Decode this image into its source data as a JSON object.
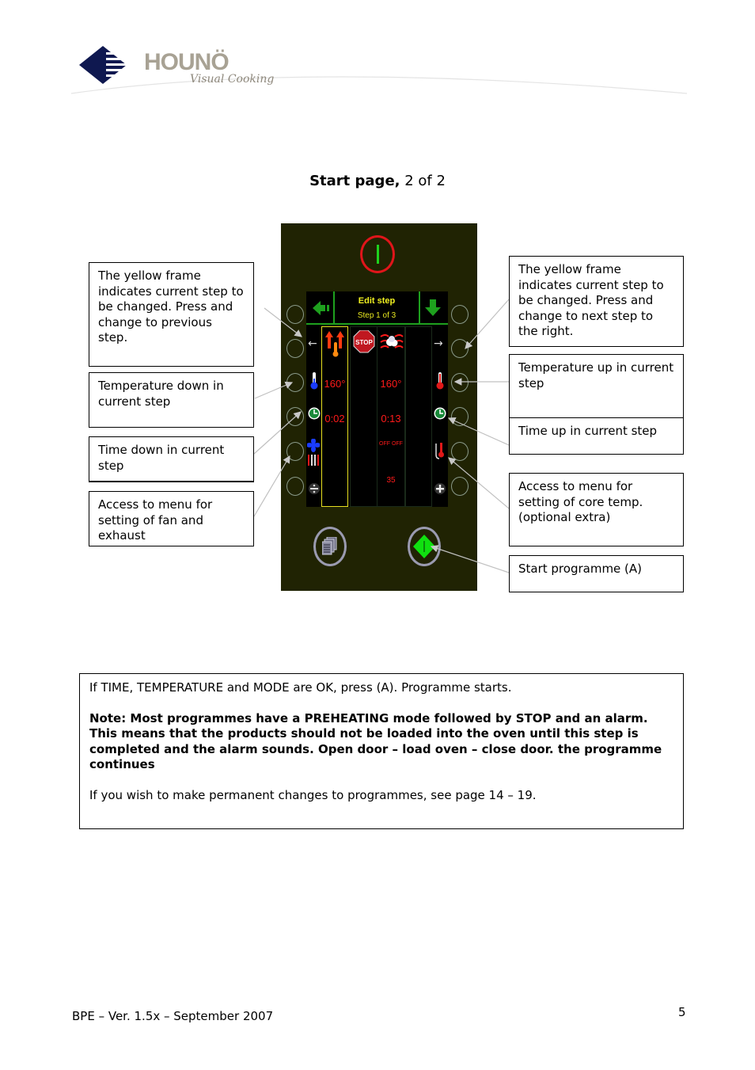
{
  "header": {
    "brand": "HOUNÖ",
    "tagline": "Visual Cooking",
    "brand_color": "#0f1850"
  },
  "title": {
    "bold": "Start page,",
    "rest": " 2 of 2"
  },
  "panel": {
    "background": "#202303",
    "screen": {
      "title": "Edit step",
      "subtitle": "Step  1 of 3",
      "steps": [
        {
          "icon": "preheat-icon",
          "temp": "160°",
          "time": "0:02",
          "selected": true
        },
        {
          "icon": "stop-icon",
          "label": "STOP",
          "temp": "",
          "time": "",
          "selected": false
        },
        {
          "icon": "steam-icon",
          "temp": "160°",
          "time": "0:13",
          "fan": "OFF OFF",
          "extra": "35",
          "selected": false
        },
        {
          "icon": "",
          "temp": "",
          "time": "",
          "selected": false
        }
      ],
      "left_icons": [
        "arrow-left",
        "thermometer-cold",
        "clock",
        "fan-exhaust",
        "divide"
      ],
      "right_icons": [
        "arrow-right",
        "thermometer-hot",
        "clock",
        "core-probe",
        "plus"
      ]
    },
    "colors": {
      "value_red": "#ff1a1a",
      "accent_green": "#1ea01e",
      "frame_yellow": "#e8e020"
    }
  },
  "callouts": {
    "left": [
      "The yellow frame indicates current step to be changed. Press and change to previous step.",
      "Temperature down in current step",
      "Time down in current step",
      "Access to menu for setting of fan and exhaust"
    ],
    "right": [
      "The yellow frame indicates current step to be changed. Press and change to next step to the right.",
      "Temperature up in current step",
      "Time up in current step",
      "Access to menu for setting of core temp. (optional extra)",
      "Start programme (A)"
    ]
  },
  "note": {
    "line1": "If TIME, TEMPERATURE and MODE are OK, press (A). Programme starts.",
    "bold": "Note: Most programmes have a PREHEATING mode followed by STOP and an alarm. This means that the products should not be loaded into the oven until this step is completed and the alarm sounds. Open door – load oven – close door. the programme continues",
    "line3": "If you wish to make permanent changes to programmes, see page 14 – 19."
  },
  "footer": {
    "version": "BPE – Ver. 1.5x – September 2007",
    "page": "5"
  }
}
